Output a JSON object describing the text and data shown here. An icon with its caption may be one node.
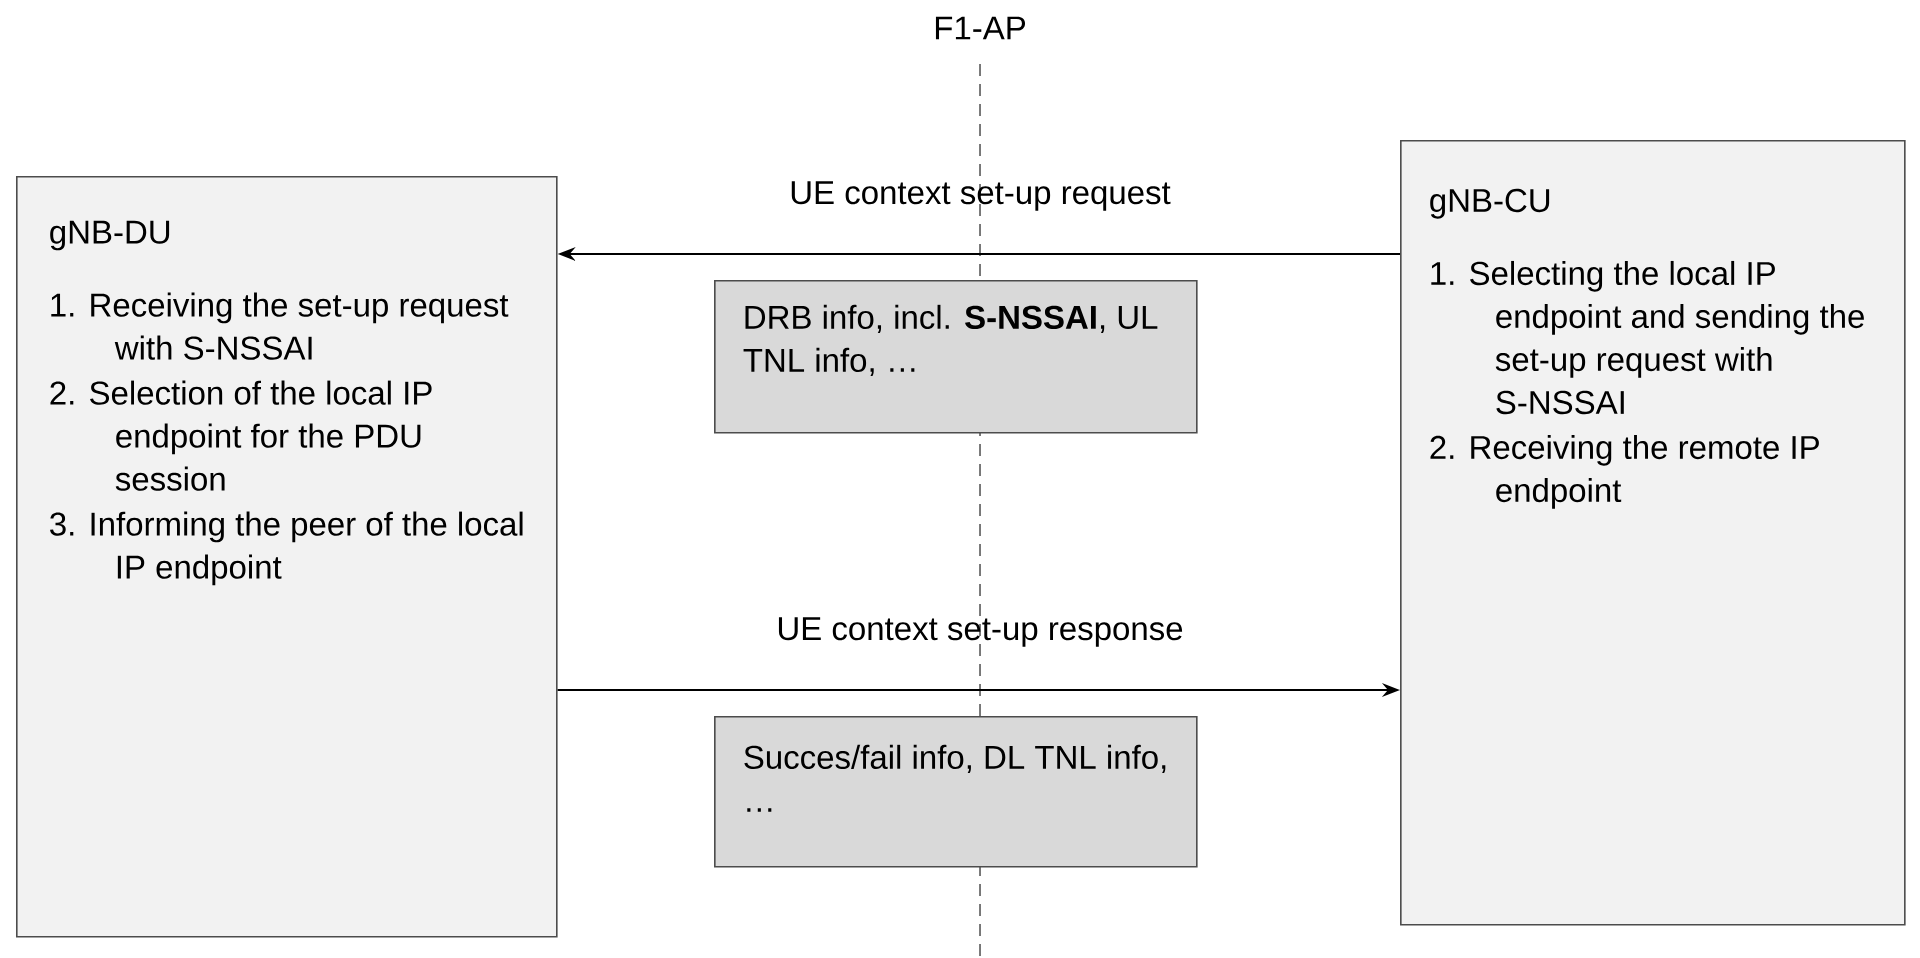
{
  "diagram": {
    "nodes": [
      {
        "text": [
          "gNB-DU",
          "1. Receiving the set-up request with S-NSSAI",
          "2. Selection of the local IP endpoint for the PDU session",
          "3. Informing the peer of the local IP endpoint"
        ]
      },
      {
        "text": [
          "gNB-CU",
          "1. Selecting the local IP endpoint and sending the set-up request with S-NSSAI",
          "2. Receiving the remote IP endpoint"
        ]
      },
      {
        "text": [
          "DRB info, incl. **S-NSSAI**, UL TNL info, …"
        ]
      },
      {
        "text": [
          "Succes/fail info, DL TNL info, …"
        ]
      }
    ],
    "edges": [
      {
        "from": 1,
        "to": 0,
        "arrow": "to",
        "label": "UE context set-up request"
      },
      {
        "from": 0,
        "to": 1,
        "arrow": "to",
        "label": "UE context set-up response"
      }
    ],
    "labels": [
      "F1-AP"
    ]
  }
}
